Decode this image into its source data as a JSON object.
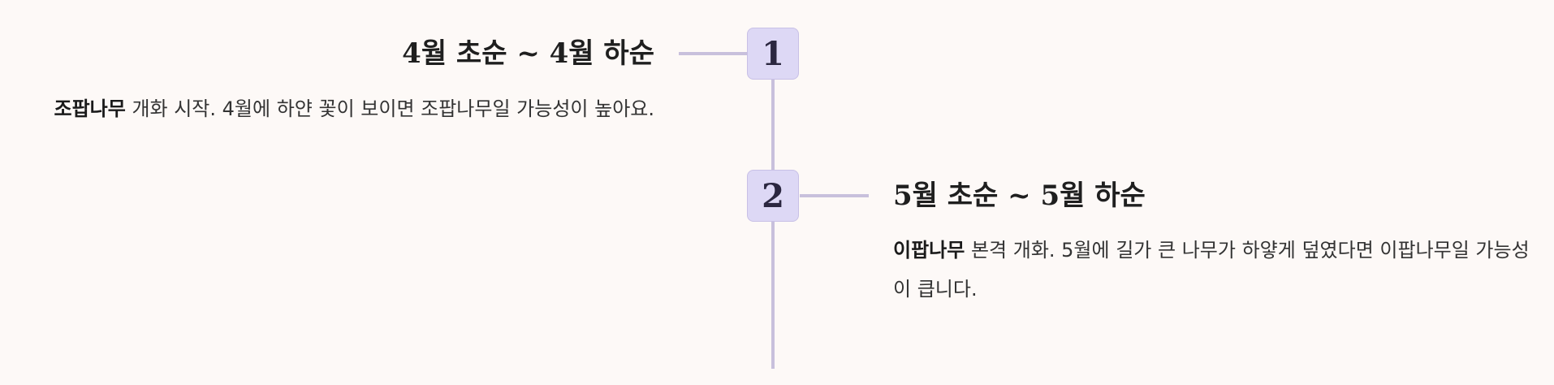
{
  "timeline": {
    "steps": [
      {
        "number": "1",
        "title": "4월 초순 ~ 4월 하순",
        "highlight": "조팝나무",
        "description": " 개화 시작. 4월에 하얀 꽃이 보이면 조팝나무일 가능성이 높아요."
      },
      {
        "number": "2",
        "title": "5월 초순 ~ 5월 하순",
        "highlight": "이팝나무",
        "description": " 본격 개화. 5월에 길가 큰 나무가 하얗게 덮였다면 이팝나무일 가능성이 큽니다."
      }
    ],
    "colors": {
      "background": "#fdf9f7",
      "line": "#c8c0dc",
      "badge_fill": "#ddd8f5",
      "badge_border": "#c8c0e6",
      "text": "#222222"
    }
  }
}
